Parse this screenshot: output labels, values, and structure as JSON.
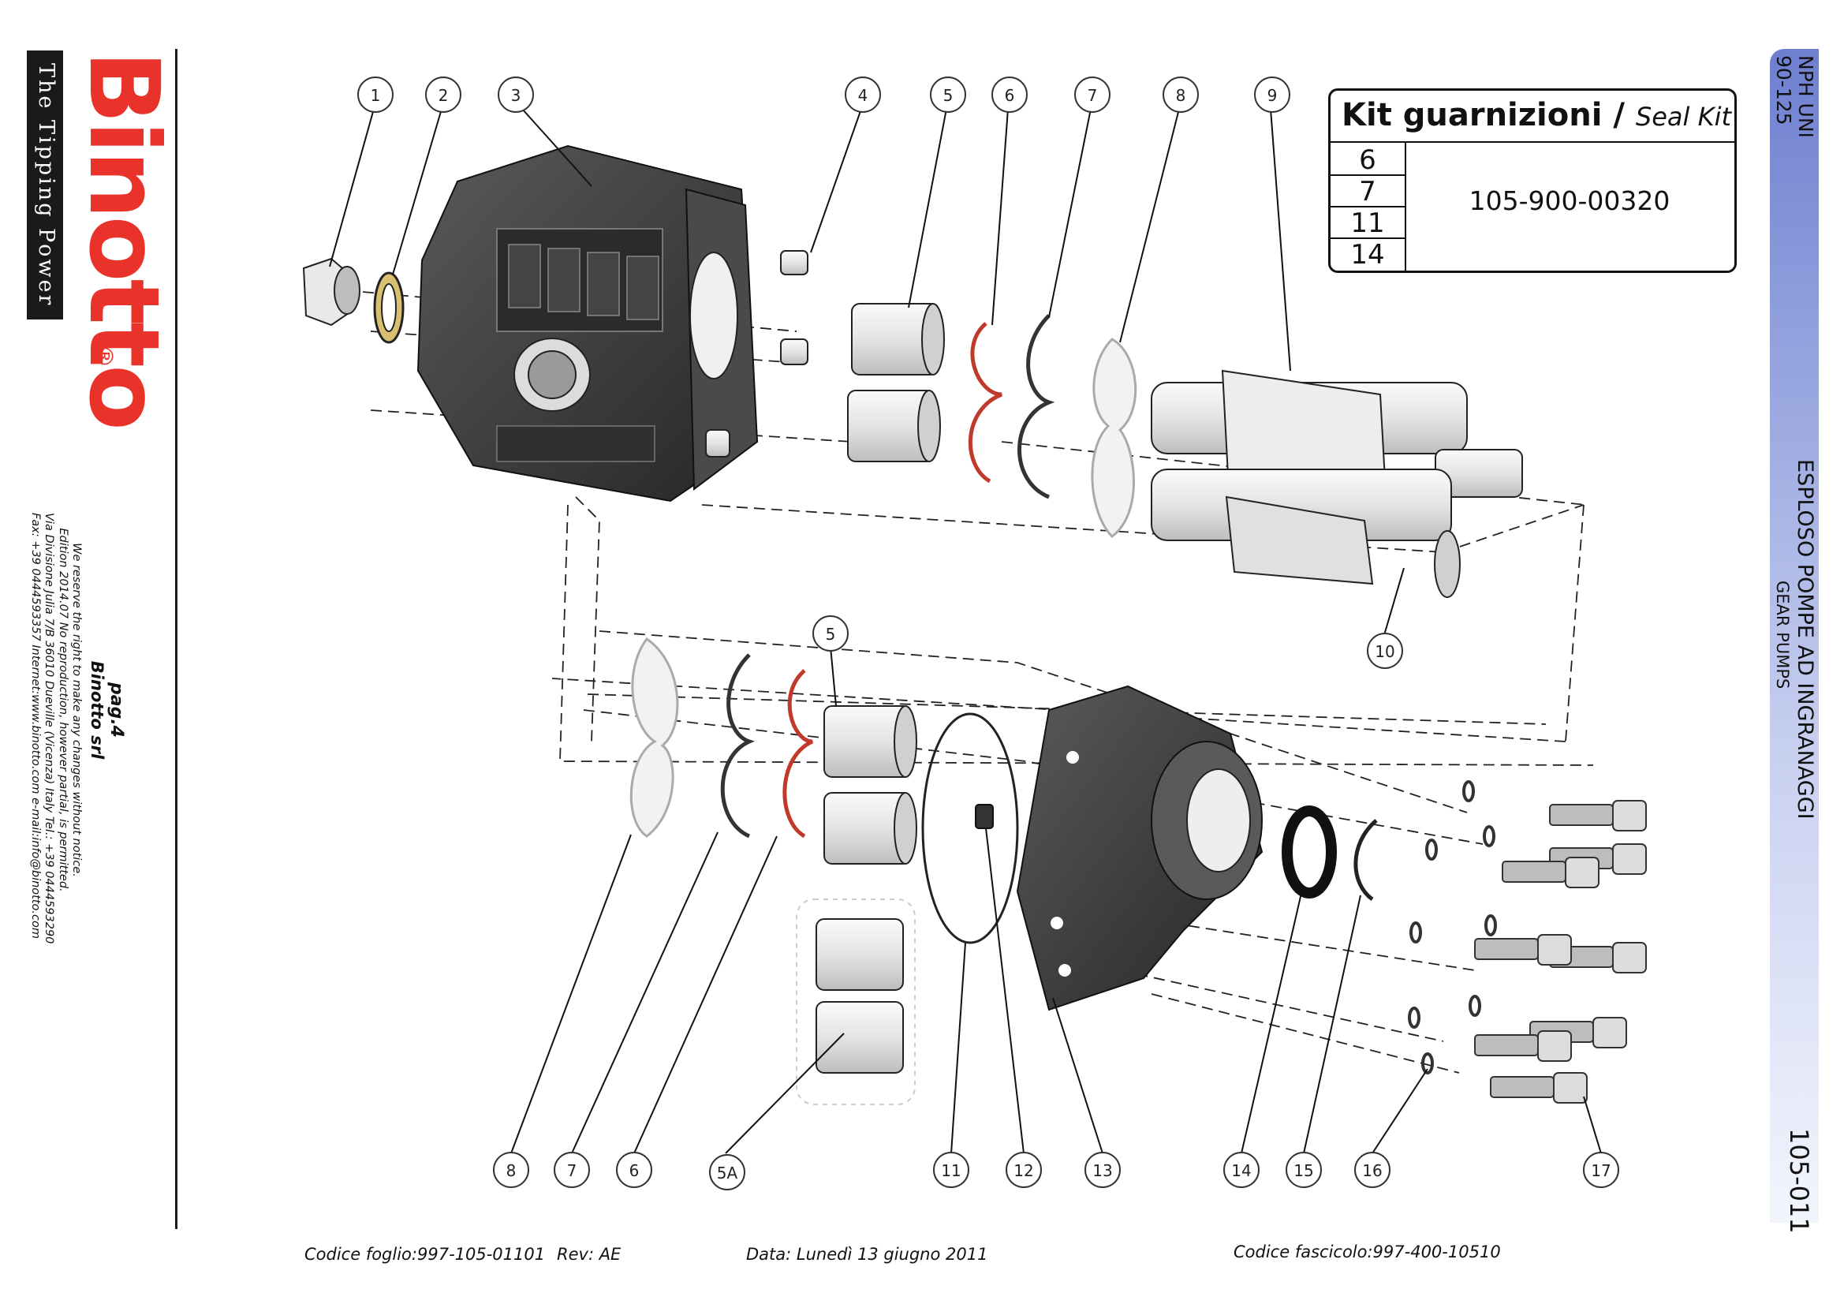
{
  "brand": {
    "logo": "Binotto",
    "registered": "®",
    "tagline": "The Tipping Power"
  },
  "company_info": {
    "page": "pag.4",
    "company": "Binotto srl",
    "line1": "We reserve the right to make any changes without notice.",
    "line2": "Edition 2014.07 No reproduction, however partial, is permitted.",
    "line3": "Via Divisione Julia 7/B 36010 Dueville (Vicenza) Italy Tel.: +39 0444593290",
    "line4": "Fax: +39 0444593357 Internet:www.binotto.com e-mail:info@binotto.com"
  },
  "side_strip": {
    "model_line1": "NPH UNI",
    "model_line2": "90-125",
    "title_it": "ESPLOSO POMPE AD INGRANAGGI",
    "title_en": "GEAR PUMPS",
    "code": "105-011"
  },
  "kit": {
    "title": "Kit guarnizioni",
    "separator": "/",
    "subtitle": "Seal Kit",
    "items": [
      "6",
      "7",
      "11",
      "14"
    ],
    "code": "105-900-00320"
  },
  "callouts": {
    "c1": "1",
    "c2": "2",
    "c3": "3",
    "c4": "4",
    "c5": "5",
    "c6": "6",
    "c7": "7",
    "c8": "8",
    "c9": "9",
    "c10": "10",
    "c5b": "5",
    "c8b": "8",
    "c7b": "7",
    "c6b": "6",
    "c5a": "5A",
    "c11": "11",
    "c12": "12",
    "c13": "13",
    "c14": "14",
    "c15": "15",
    "c16": "16",
    "c17": "17"
  },
  "footer": {
    "sheet_code": "Codice foglio:997-105-01101",
    "revision": "Rev: AE",
    "date": "Data: Lunedì 13 giugno 2011",
    "file_code": "Codice fascicolo:997-400-10510"
  },
  "colors": {
    "brand_red": "#e8322a",
    "housing": "#3c3c3c",
    "strip_top": "#6e7fd0",
    "strip_bottom": "#f3f5fd",
    "gasket_red": "#c0392b"
  }
}
